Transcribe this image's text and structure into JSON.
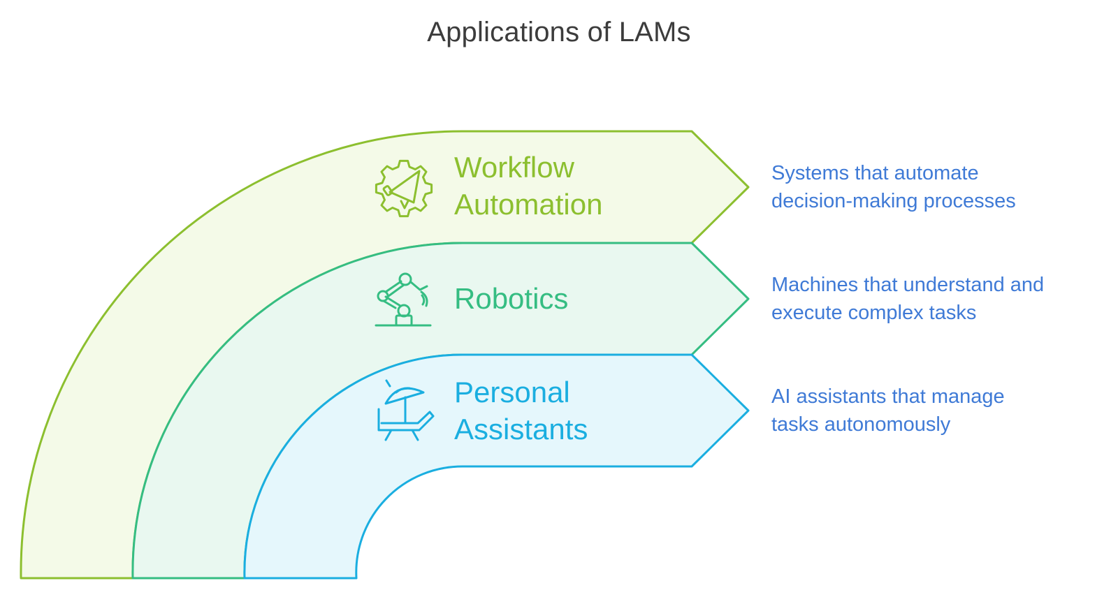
{
  "title": "Applications of LAMs",
  "colors": {
    "workflow": "#8cbf2f",
    "robotics": "#35bd82",
    "personal": "#1aaee0",
    "description": "#3f7ad6",
    "title": "#3c3c3c"
  },
  "bands": [
    {
      "id": "workflow",
      "icon": "gear-megaphone-icon",
      "label_lines": [
        "Workflow",
        "Automation"
      ],
      "description_lines": [
        "Systems that automate",
        "decision-making processes"
      ]
    },
    {
      "id": "robotics",
      "icon": "robotic-arm-icon",
      "label_lines": [
        "Robotics"
      ],
      "description_lines": [
        "Machines that understand and",
        "execute complex tasks"
      ]
    },
    {
      "id": "personal",
      "icon": "umbrella-lounge-chair-icon",
      "label_lines": [
        "Personal",
        "Assistants"
      ],
      "description_lines": [
        "AI assistants that manage",
        "tasks autonomously"
      ]
    }
  ]
}
